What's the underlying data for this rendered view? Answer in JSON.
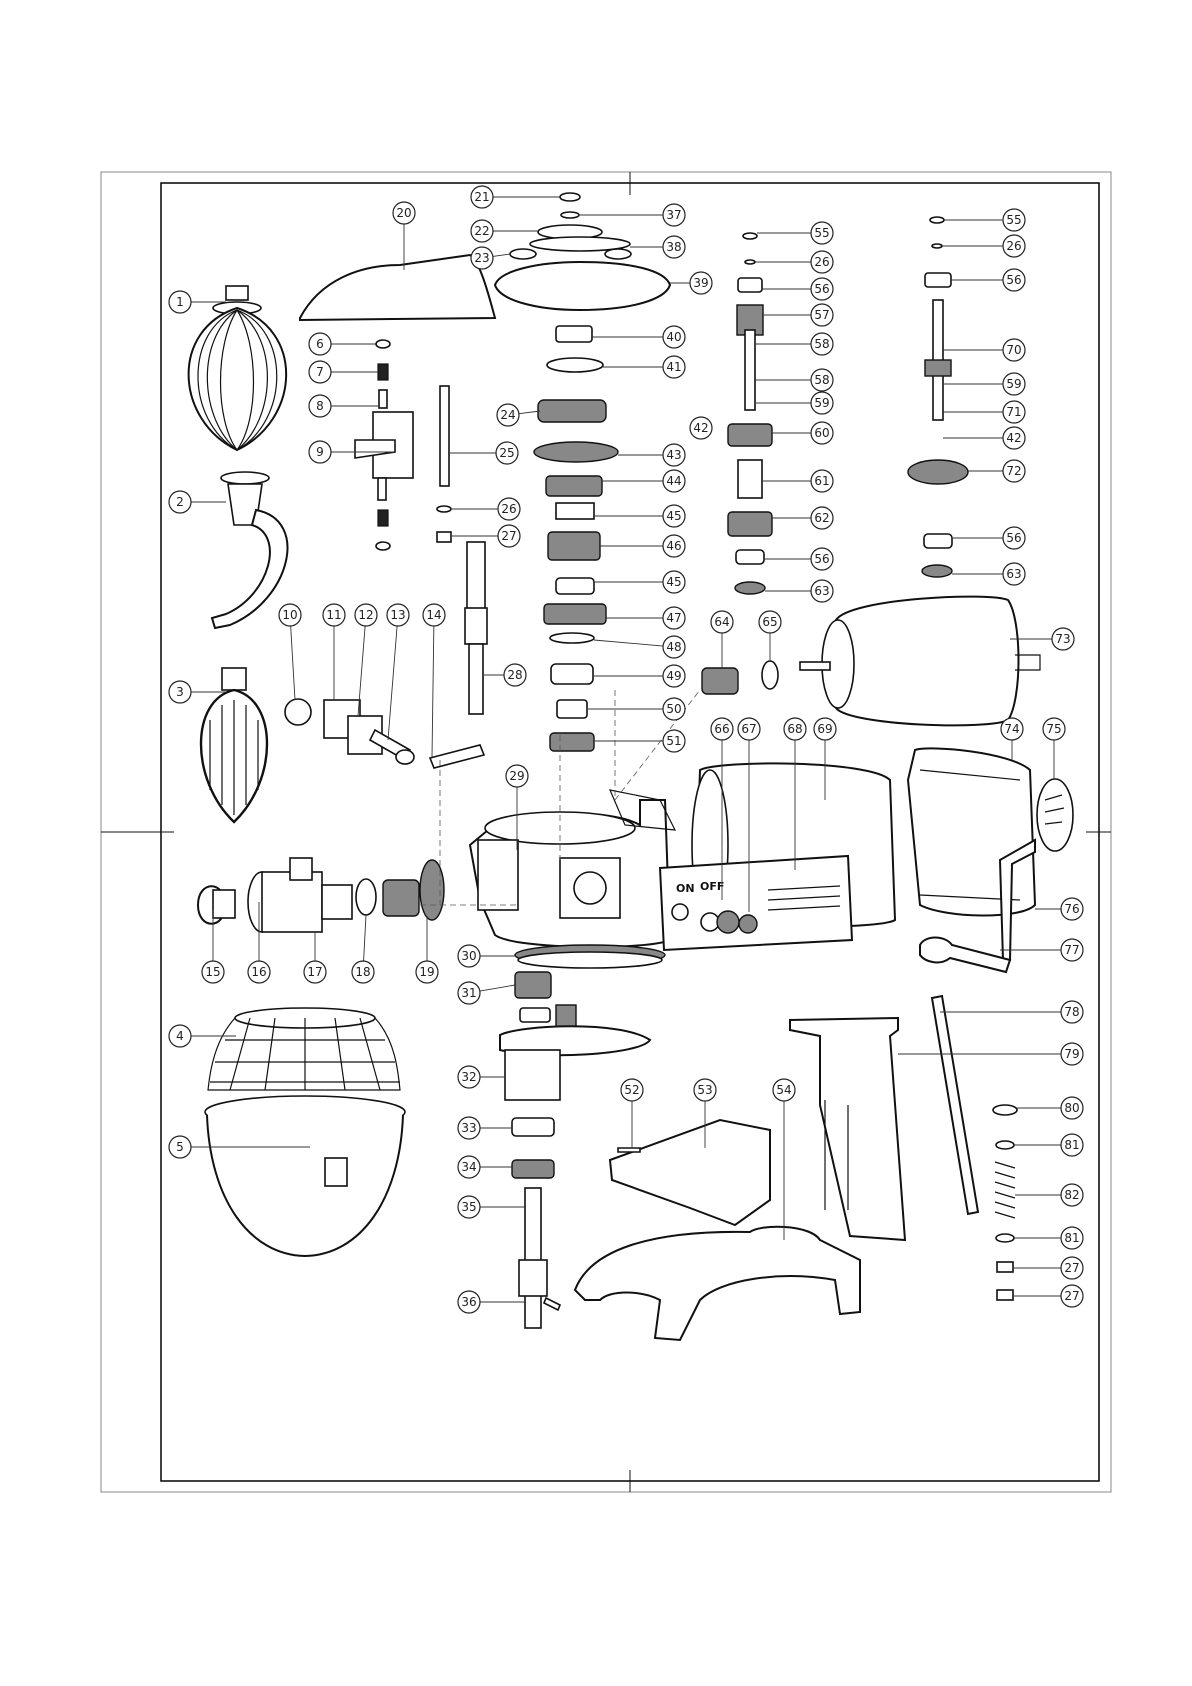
{
  "switch_labels": {
    "on": "ON",
    "off": "OFF"
  },
  "callouts": [
    {
      "id": "c1",
      "label": "1"
    },
    {
      "id": "c2",
      "label": "2"
    },
    {
      "id": "c3",
      "label": "3"
    },
    {
      "id": "c4",
      "label": "4"
    },
    {
      "id": "c5",
      "label": "5"
    },
    {
      "id": "c6",
      "label": "6"
    },
    {
      "id": "c7",
      "label": "7"
    },
    {
      "id": "c8",
      "label": "8"
    },
    {
      "id": "c9",
      "label": "9"
    },
    {
      "id": "c10",
      "label": "10"
    },
    {
      "id": "c11",
      "label": "11"
    },
    {
      "id": "c12",
      "label": "12"
    },
    {
      "id": "c13",
      "label": "13"
    },
    {
      "id": "c14",
      "label": "14"
    },
    {
      "id": "c15",
      "label": "15"
    },
    {
      "id": "c16",
      "label": "16"
    },
    {
      "id": "c17",
      "label": "17"
    },
    {
      "id": "c18",
      "label": "18"
    },
    {
      "id": "c19",
      "label": "19"
    },
    {
      "id": "c20",
      "label": "20"
    },
    {
      "id": "c21",
      "label": "21"
    },
    {
      "id": "c22",
      "label": "22"
    },
    {
      "id": "c23",
      "label": "23"
    },
    {
      "id": "c24",
      "label": "24"
    },
    {
      "id": "c25",
      "label": "25"
    },
    {
      "id": "c26a",
      "label": "26"
    },
    {
      "id": "c27a",
      "label": "27"
    },
    {
      "id": "c28",
      "label": "28"
    },
    {
      "id": "c29",
      "label": "29"
    },
    {
      "id": "c30",
      "label": "30"
    },
    {
      "id": "c31",
      "label": "31"
    },
    {
      "id": "c32",
      "label": "32"
    },
    {
      "id": "c33",
      "label": "33"
    },
    {
      "id": "c34",
      "label": "34"
    },
    {
      "id": "c35",
      "label": "35"
    },
    {
      "id": "c36",
      "label": "36"
    },
    {
      "id": "c37",
      "label": "37"
    },
    {
      "id": "c38",
      "label": "38"
    },
    {
      "id": "c39",
      "label": "39"
    },
    {
      "id": "c40",
      "label": "40"
    },
    {
      "id": "c41",
      "label": "41"
    },
    {
      "id": "c42a",
      "label": "42"
    },
    {
      "id": "c43",
      "label": "43"
    },
    {
      "id": "c44",
      "label": "44"
    },
    {
      "id": "c45a",
      "label": "45"
    },
    {
      "id": "c46",
      "label": "46"
    },
    {
      "id": "c45b",
      "label": "45"
    },
    {
      "id": "c47",
      "label": "47"
    },
    {
      "id": "c48",
      "label": "48"
    },
    {
      "id": "c49",
      "label": "49"
    },
    {
      "id": "c50",
      "label": "50"
    },
    {
      "id": "c51",
      "label": "51"
    },
    {
      "id": "c52",
      "label": "52"
    },
    {
      "id": "c53",
      "label": "53"
    },
    {
      "id": "c54",
      "label": "54"
    },
    {
      "id": "c55a",
      "label": "55"
    },
    {
      "id": "c26b",
      "label": "26"
    },
    {
      "id": "c56a",
      "label": "56"
    },
    {
      "id": "c57",
      "label": "57"
    },
    {
      "id": "c58a",
      "label": "58"
    },
    {
      "id": "c58b",
      "label": "58"
    },
    {
      "id": "c59a",
      "label": "59"
    },
    {
      "id": "c60",
      "label": "60"
    },
    {
      "id": "c61",
      "label": "61"
    },
    {
      "id": "c62",
      "label": "62"
    },
    {
      "id": "c56b",
      "label": "56"
    },
    {
      "id": "c63a",
      "label": "63"
    },
    {
      "id": "c64",
      "label": "64"
    },
    {
      "id": "c65",
      "label": "65"
    },
    {
      "id": "c66",
      "label": "66"
    },
    {
      "id": "c67",
      "label": "67"
    },
    {
      "id": "c68",
      "label": "68"
    },
    {
      "id": "c69",
      "label": "69"
    },
    {
      "id": "c55b",
      "label": "55"
    },
    {
      "id": "c26c",
      "label": "26"
    },
    {
      "id": "c56c",
      "label": "56"
    },
    {
      "id": "c70",
      "label": "70"
    },
    {
      "id": "c59b",
      "label": "59"
    },
    {
      "id": "c71",
      "label": "71"
    },
    {
      "id": "c42b",
      "label": "42"
    },
    {
      "id": "c72",
      "label": "72"
    },
    {
      "id": "c56d",
      "label": "56"
    },
    {
      "id": "c63b",
      "label": "63"
    },
    {
      "id": "c73",
      "label": "73"
    },
    {
      "id": "c74",
      "label": "74"
    },
    {
      "id": "c75",
      "label": "75"
    },
    {
      "id": "c76",
      "label": "76"
    },
    {
      "id": "c77",
      "label": "77"
    },
    {
      "id": "c78",
      "label": "78"
    },
    {
      "id": "c79",
      "label": "79"
    },
    {
      "id": "c80",
      "label": "80"
    },
    {
      "id": "c81a",
      "label": "81"
    },
    {
      "id": "c82",
      "label": "82"
    },
    {
      "id": "c81b",
      "label": "81"
    },
    {
      "id": "c27b",
      "label": "27"
    },
    {
      "id": "c27c",
      "label": "27"
    }
  ]
}
